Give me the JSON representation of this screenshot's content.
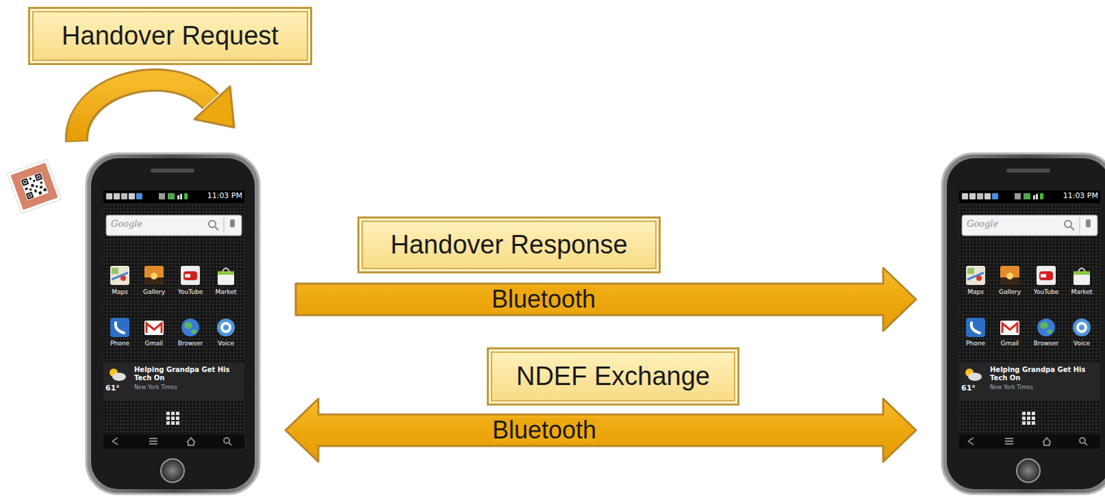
{
  "diagram": {
    "nodes": [
      {
        "text": [
          "Handover Request"
        ]
      },
      {
        "text": [
          "11:03 PM",
          "Google",
          "Maps",
          "Gallery",
          "YouTube",
          "Market",
          "Phone",
          "Gmail",
          "Browser",
          "Voice",
          "Helping Grandpa Get His Tech On",
          "New York Times",
          "61°"
        ]
      },
      {
        "text": [
          "Handover Response"
        ]
      },
      {
        "text": [
          "NDEF Exchange"
        ]
      },
      {
        "text": [
          "11:03 PM",
          "Google",
          "Maps",
          "Gallery",
          "YouTube",
          "Market",
          "Phone",
          "Gmail",
          "Browser",
          "Voice",
          "Helping Grandpa Get His Tech On",
          "New York Times",
          "61°"
        ]
      }
    ],
    "edges": [
      {
        "from": 1,
        "to": 4,
        "label": "Bluetooth",
        "arrow": "to"
      },
      {
        "from": 1,
        "to": 4,
        "label": "Bluetooth",
        "arrow": "both"
      }
    ]
  }
}
